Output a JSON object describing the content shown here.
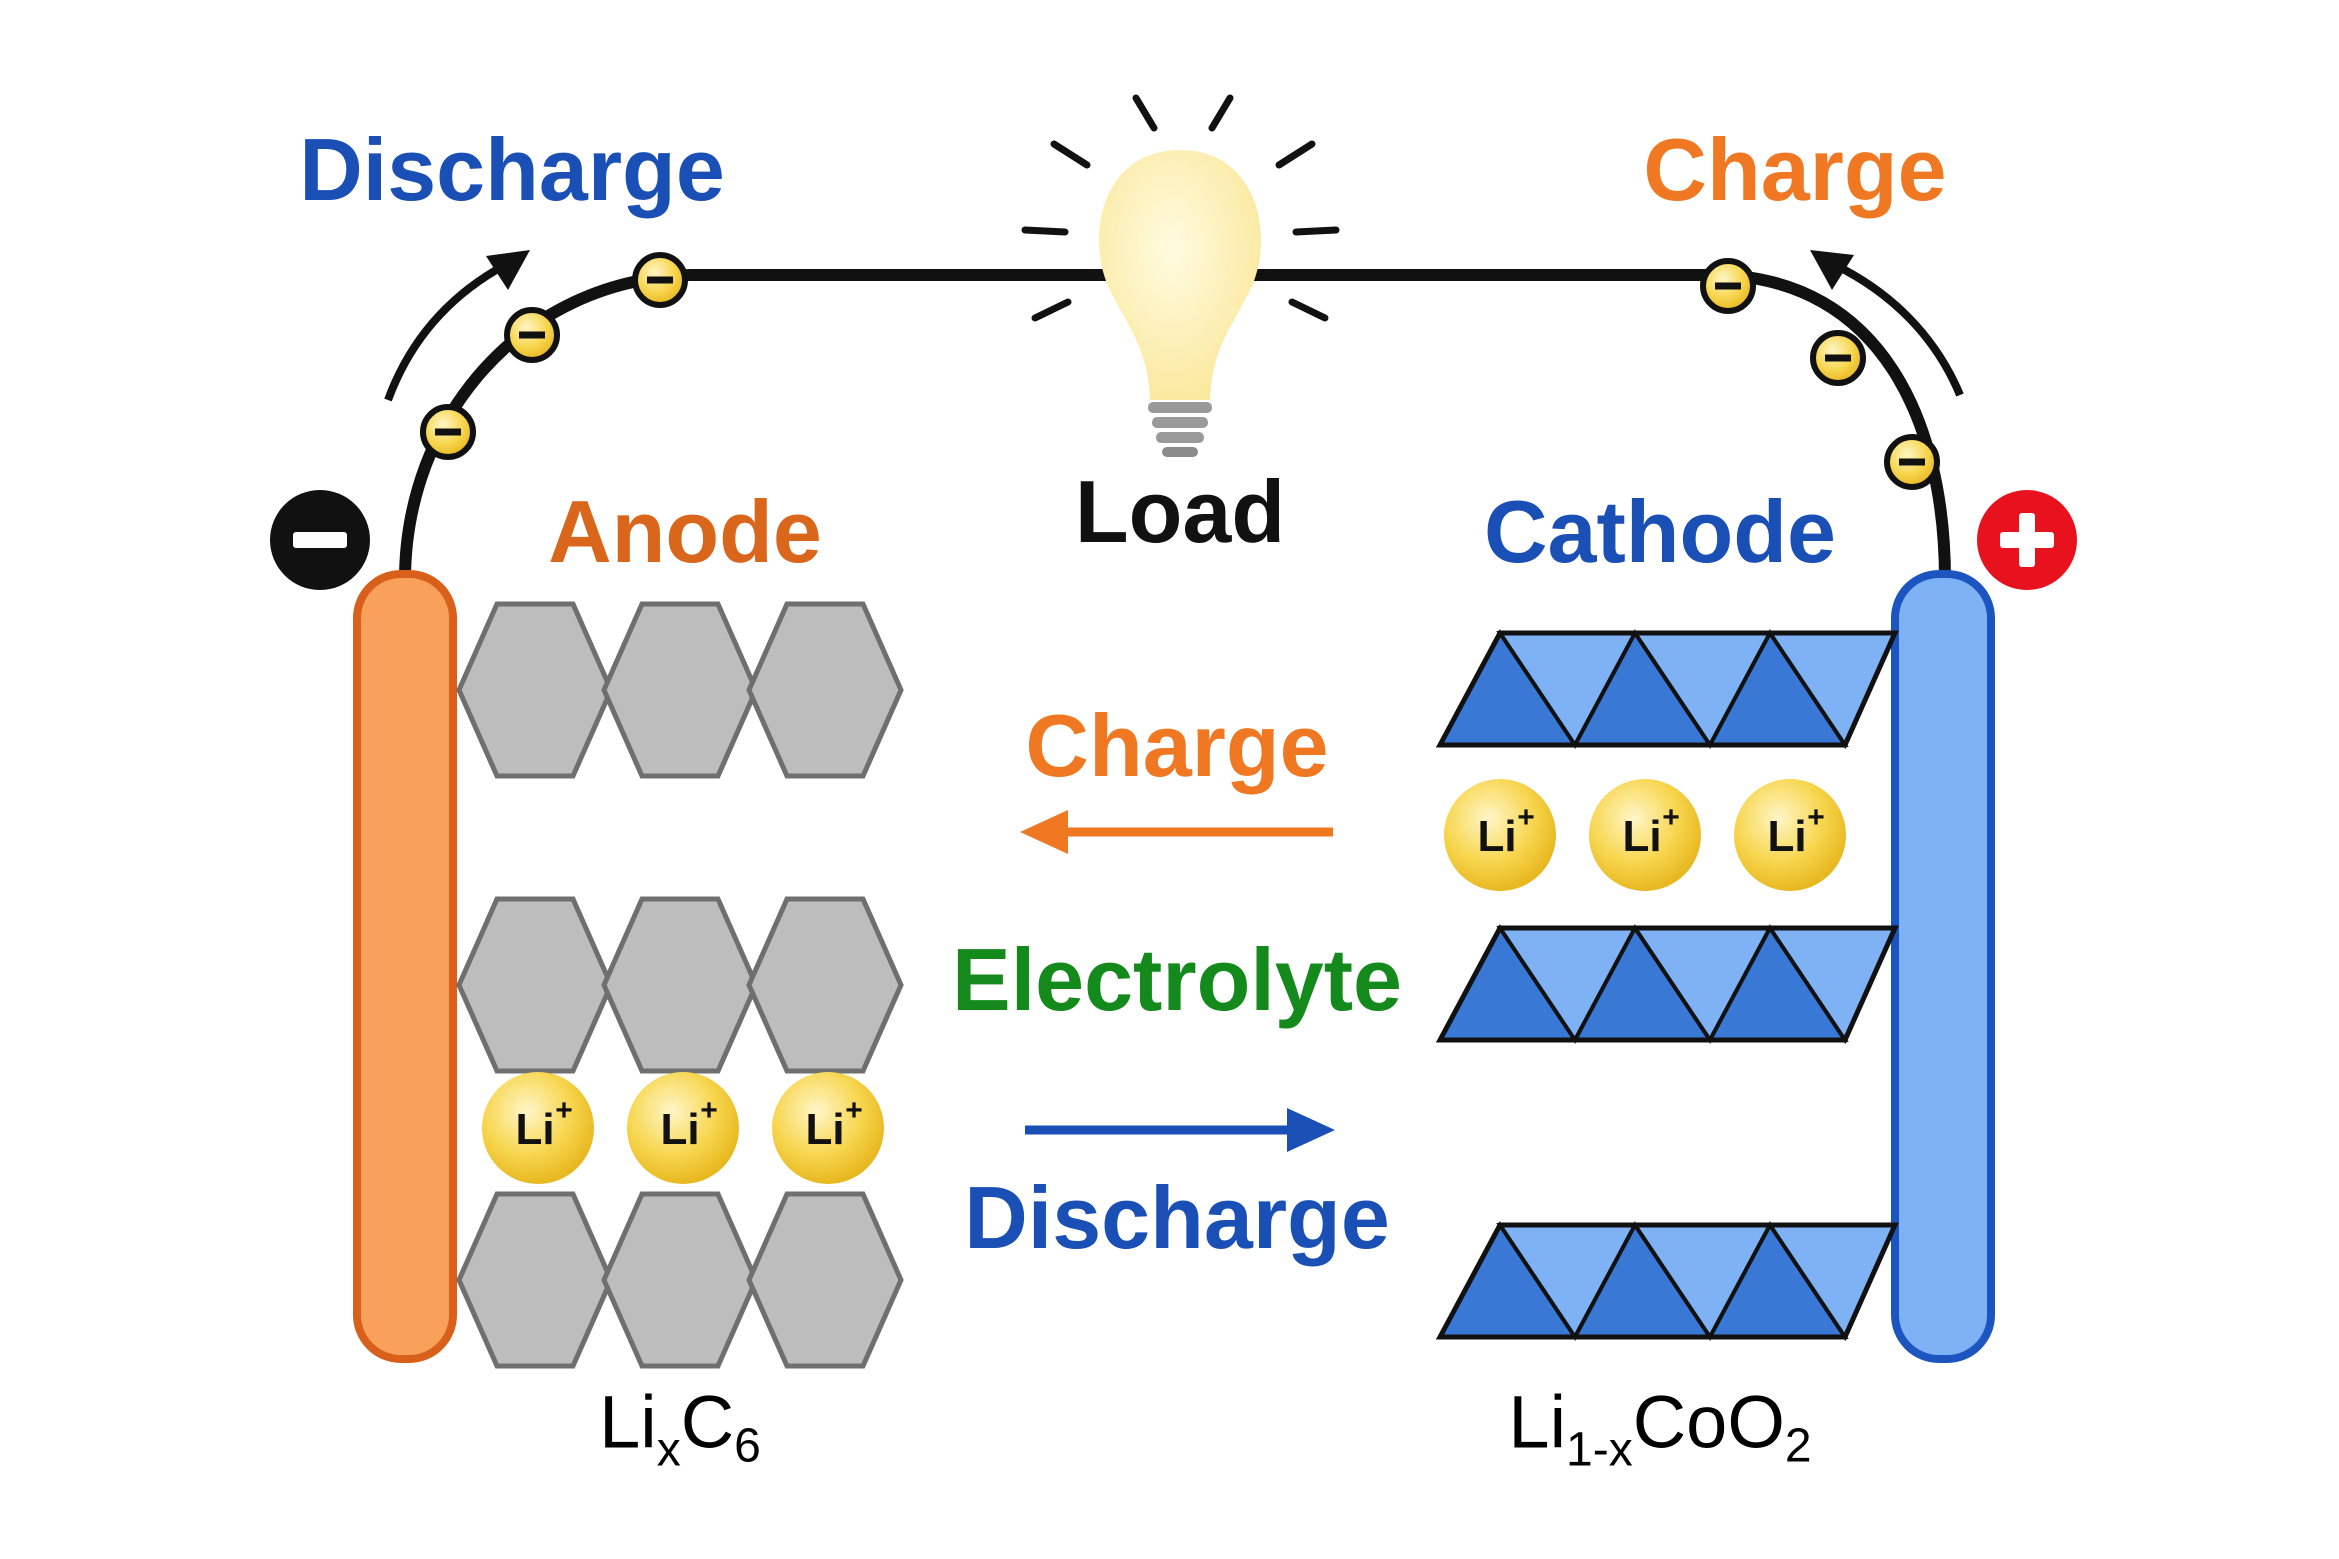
{
  "labels": {
    "discharge_top": "Discharge",
    "charge_top": "Charge",
    "load": "Load",
    "anode": "Anode",
    "cathode": "Cathode",
    "charge_middle": "Charge",
    "electrolyte": "Electrolyte",
    "discharge_middle": "Discharge"
  },
  "formulas": {
    "anode": {
      "base1": "Li",
      "sub1": "x",
      "base2": "C",
      "sub2": "6"
    },
    "cathode": {
      "base1": "Li",
      "sub1": "1-x",
      "base2": "CoO",
      "sub2": "2"
    }
  },
  "ion_label": {
    "symbol": "Li",
    "charge": "+"
  },
  "electron_label": "−",
  "icons": {
    "negative_terminal": "minus-circle-icon",
    "positive_terminal": "plus-circle-icon",
    "load": "light-bulb-icon"
  },
  "colors": {
    "discharge": "#1a4fb5",
    "charge": "#f07822",
    "anode_text": "#d9661a",
    "cathode_text": "#1a4fb5",
    "electrolyte": "#138a1b",
    "anode_fill": "#f9a05a",
    "anode_stroke": "#d8601a",
    "cathode_fill": "#7fb1f5",
    "cathode_stroke": "#1d55c0",
    "graphite": "#bdbdbd",
    "cobalt_dark": "#3a78d6",
    "cobalt_light": "#7fb1f5",
    "ion": "#f6d04a",
    "bulb": "#fdf1b0",
    "minus_terminal": "#111111",
    "plus_terminal": "#e8121e"
  }
}
